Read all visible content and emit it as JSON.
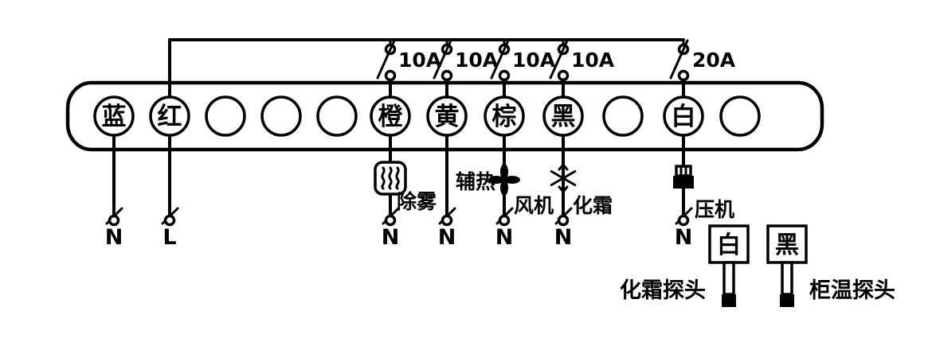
{
  "diagram": {
    "title_hint": "temperature-controller-wiring-diagram",
    "colors": {
      "line": "#000000",
      "background": "#ffffff"
    },
    "terminals": [
      {
        "label": "蓝"
      },
      {
        "label": "红"
      },
      {
        "label": ""
      },
      {
        "label": ""
      },
      {
        "label": ""
      },
      {
        "label": "橙"
      },
      {
        "label": "黄"
      },
      {
        "label": "棕"
      },
      {
        "label": "黑"
      },
      {
        "label": ""
      },
      {
        "label": "白"
      },
      {
        "label": ""
      }
    ],
    "fuses": [
      {
        "label": "10A"
      },
      {
        "label": "10A"
      },
      {
        "label": "10A"
      },
      {
        "label": "10A"
      },
      {
        "label": "20A"
      }
    ],
    "loads": {
      "defog": "除雾",
      "aux_heat": "辅热",
      "fan": "风机",
      "defrost": "化霜",
      "compressor": "压机"
    },
    "wire_ends": {
      "blue": "N",
      "red": "L",
      "orange": "N",
      "yellow": "N",
      "brown": "N",
      "black": "N",
      "white": "N"
    },
    "icons": {
      "defog": "steam-heater-icon",
      "fan": "fan-icon",
      "defrost": "snowflake-icon",
      "compressor": "compressor-icon"
    },
    "probes": {
      "defrost": {
        "terminal": "白",
        "label": "化霜探头"
      },
      "cabinet": {
        "terminal": "黑",
        "label": "柜温探头"
      }
    }
  }
}
